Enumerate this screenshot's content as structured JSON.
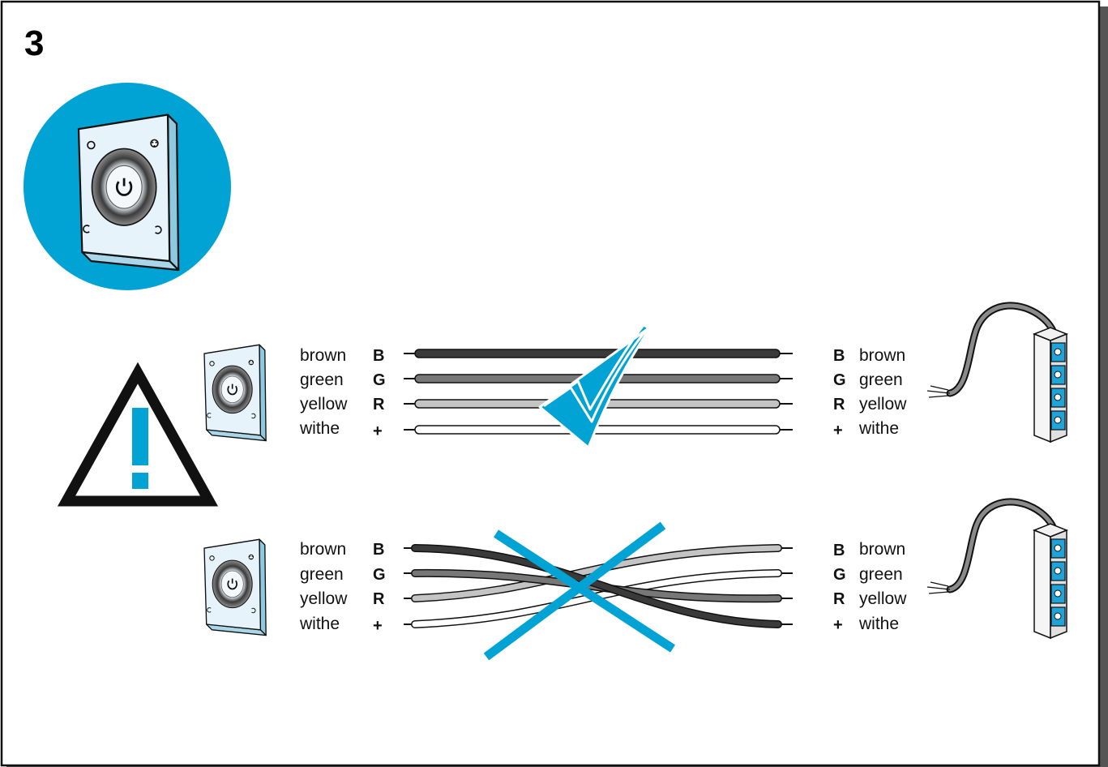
{
  "step": "3",
  "colors": {
    "accent": "#00a3d3",
    "brown_wire": "#3a3a3a",
    "green_wire": "#777777",
    "yellow_wire": "#c4c4c4",
    "white_wire": "#ffffff",
    "wire_outline": "#111111",
    "led_blue": "#1fa3d8"
  },
  "icons": {
    "controller_main": "rgb-touch-controller-icon",
    "warning": "warning-triangle-icon",
    "correct": "check-mark-icon",
    "wrong": "cross-mark-icon",
    "strip": "led-strip-icon"
  },
  "correct_wiring": {
    "left": [
      {
        "color": "brown",
        "code": "B"
      },
      {
        "color": "green",
        "code": "G"
      },
      {
        "color": "yellow",
        "code": "R"
      },
      {
        "color": "withe",
        "code": "+"
      }
    ],
    "right": [
      {
        "color": "brown",
        "code": "B"
      },
      {
        "color": "green",
        "code": "G"
      },
      {
        "color": "yellow",
        "code": "R"
      },
      {
        "color": "withe",
        "code": "+"
      }
    ]
  },
  "wrong_wiring": {
    "left": [
      {
        "color": "brown",
        "code": "B"
      },
      {
        "color": "green",
        "code": "G"
      },
      {
        "color": "yellow",
        "code": "R"
      },
      {
        "color": "withe",
        "code": "+"
      }
    ],
    "right": [
      {
        "color": "brown",
        "code": "B"
      },
      {
        "color": "green",
        "code": "G"
      },
      {
        "color": "yellow",
        "code": "R"
      },
      {
        "color": "withe",
        "code": "+"
      }
    ]
  }
}
